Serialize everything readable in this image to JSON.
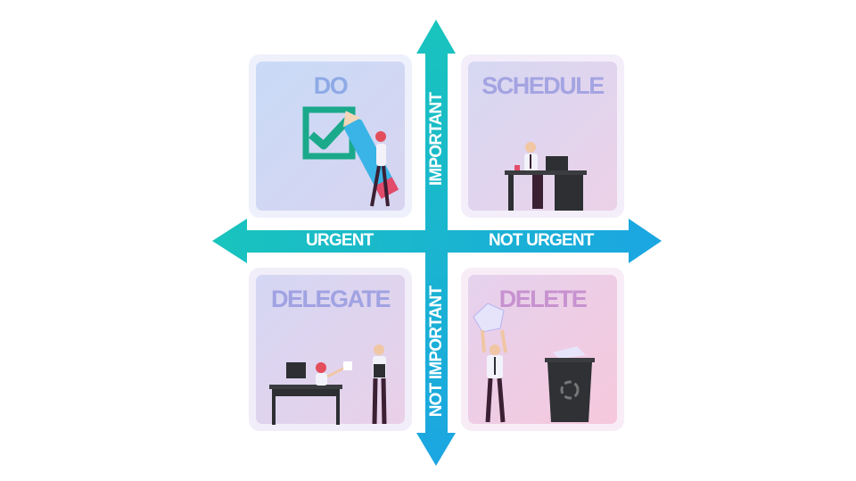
{
  "quadrants": {
    "do": {
      "title": "DO"
    },
    "schedule": {
      "title": "SCHEDULE"
    },
    "delegate": {
      "title": "DELEGATE"
    },
    "delete": {
      "title": "DELETE"
    }
  },
  "axes": {
    "up": "IMPORTANT",
    "down": "NOT IMPORTANT",
    "left": "URGENT",
    "right": "NOT URGENT"
  },
  "colors": {
    "arrow_teal": "#19c4bd",
    "arrow_blue": "#1ba6e2",
    "check_green": "#1aa98a"
  }
}
